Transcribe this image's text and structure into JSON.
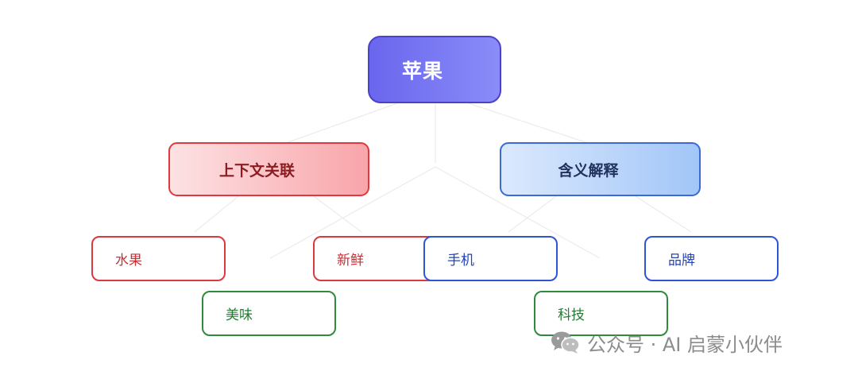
{
  "diagram": {
    "root": {
      "label": "苹果"
    },
    "categories": [
      {
        "label": "上下文关联"
      },
      {
        "label": "含义解释"
      }
    ],
    "leaves": [
      {
        "label": "水果"
      },
      {
        "label": "新鲜"
      },
      {
        "label": "美味"
      },
      {
        "label": "手机"
      },
      {
        "label": "品牌"
      },
      {
        "label": "科技"
      }
    ]
  },
  "watermark": {
    "text": "公众号 · AI 启蒙小伙伴",
    "icon": "wechat-icon"
  },
  "colors": {
    "root_fill": "#7577f2",
    "root_border": "#4a42c8",
    "red_border": "#e0383e",
    "blue_border": "#3c68d8",
    "green_border": "#2f8a3e",
    "connector": "#ececec"
  }
}
